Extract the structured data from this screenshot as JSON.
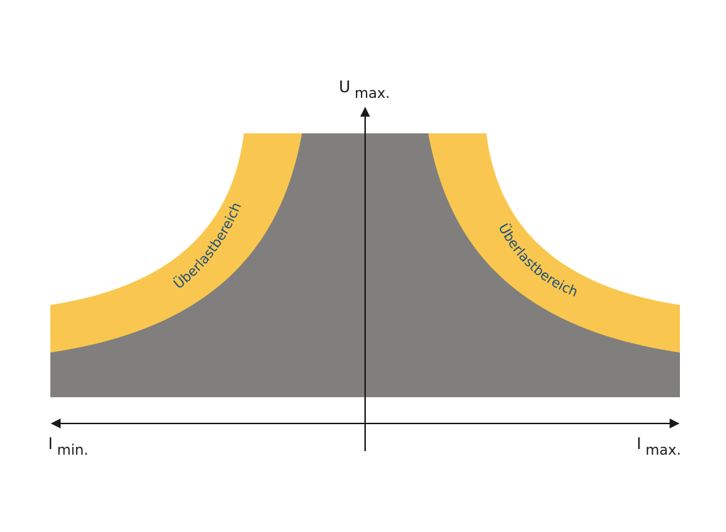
{
  "diagram": {
    "y_axis": {
      "main": "U",
      "sub": "max."
    },
    "x_axis_left": {
      "main": "I",
      "sub": "min."
    },
    "x_axis_right": {
      "main": "I",
      "sub": "max."
    },
    "region_left": "Überlastbereich",
    "region_right": "Überlastbereich"
  },
  "colors": {
    "overload": "#F9C74F",
    "safe": "#807F7D",
    "axis": "#1a1a1a",
    "region_text": "#1F4E79"
  }
}
